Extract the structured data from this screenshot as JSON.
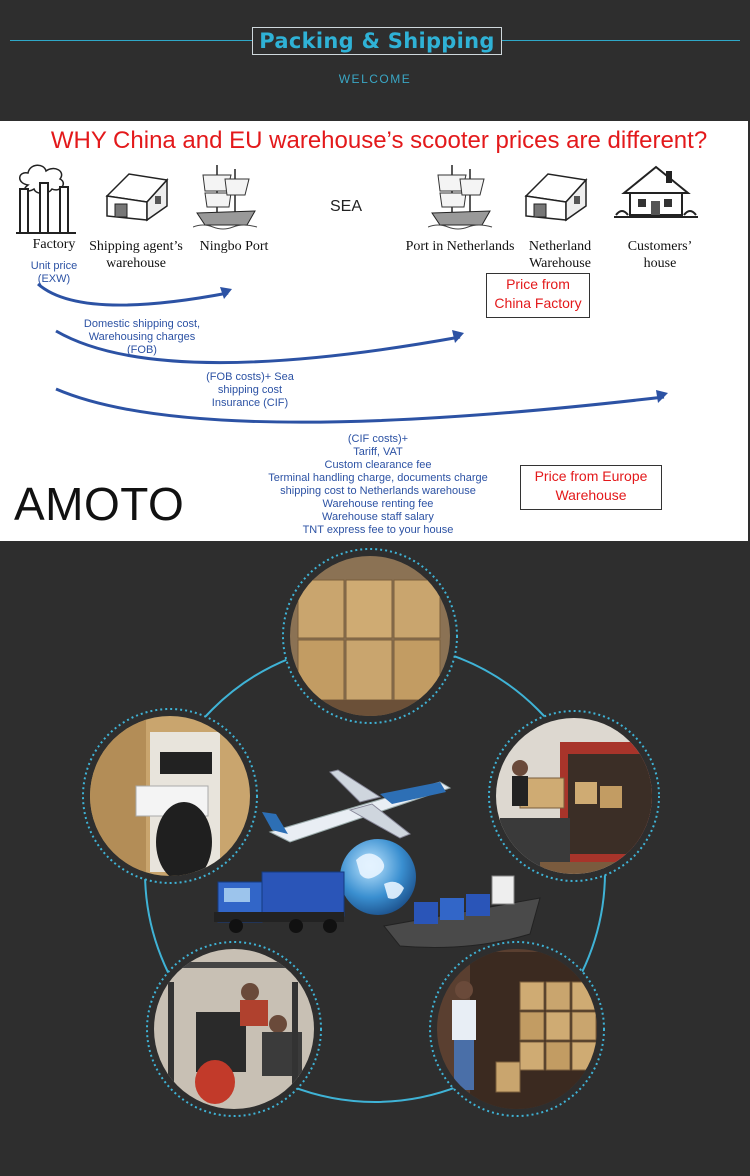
{
  "header": {
    "title": "Packing & Shipping",
    "subtitle": "WELCOME",
    "line_color": "#2fa8c8"
  },
  "diagram": {
    "headline": "WHY China and EU warehouse’s scooter prices are different?",
    "nodes": [
      {
        "label": "Factory",
        "icon": "factory-icon"
      },
      {
        "label": "Shipping agent’s warehouse",
        "icon": "warehouse-icon"
      },
      {
        "label": "Ningbo Port",
        "icon": "sailing-ship-icon"
      },
      {
        "label": "SEA"
      },
      {
        "label": "Port in Netherlands",
        "icon": "sailing-ship-icon"
      },
      {
        "label": "Netherland Warehouse",
        "icon": "warehouse-icon"
      },
      {
        "label": "Customers’ house",
        "icon": "house-icon"
      }
    ],
    "cost_notes": {
      "exw": "Unit price (EXW)",
      "fob": "Domestic shipping cost, Warehousing charges (FOB)",
      "cif": "(FOB costs)+ Sea shipping cost Insurance (CIF)",
      "eu": [
        "(CIF costs)+",
        "Tariff, VAT",
        "Custom clearance fee",
        "Terminal handling charge, documents charge",
        "shipping cost to Netherlands warehouse",
        "Warehouse renting fee",
        "Warehouse staff salary",
        "TNT express fee to your house"
      ]
    },
    "price_boxes": {
      "china": "Price from China Factory",
      "europe": "Price from Europe Warehouse"
    },
    "brand": "AMOTO",
    "accent_red": "#e3191b",
    "accent_blue": "#2c52a4"
  },
  "gallery": {
    "photos": [
      {
        "icon": "stacked-boxes-photo"
      },
      {
        "icon": "container-loading-photo"
      },
      {
        "icon": "container-boxes-photo"
      },
      {
        "icon": "workers-packing-photo"
      },
      {
        "icon": "scooter-in-box-photo"
      }
    ],
    "center_icon": "logistics-globe-icon",
    "ring_color": "#3fb3d6"
  }
}
